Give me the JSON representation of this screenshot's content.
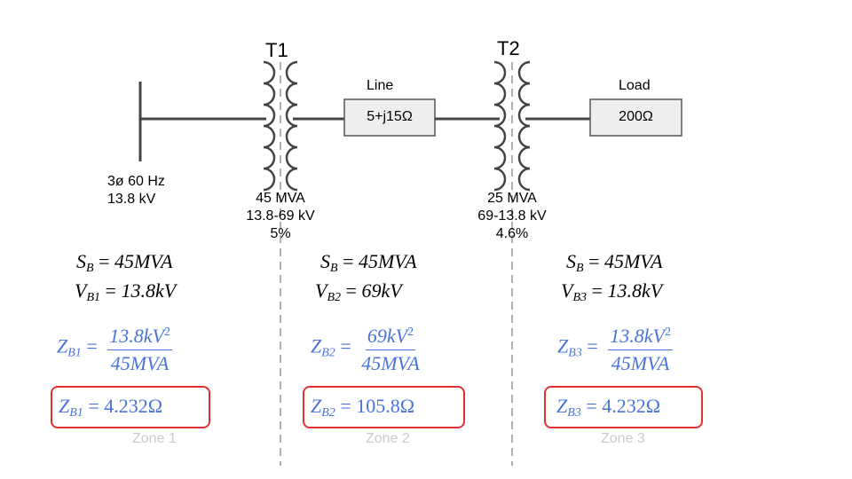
{
  "source": {
    "phase": "3ø 60 Hz",
    "voltage": "13.8 kV"
  },
  "t1": {
    "name": "T1",
    "rating": "45 MVA",
    "voltage": "13.8-69 kV",
    "impedance": "5%"
  },
  "t2": {
    "name": "T2",
    "rating": "25 MVA",
    "voltage": "69-13.8 kV",
    "impedance": "4.6%"
  },
  "line": {
    "label": "Line",
    "value": "5+j15Ω"
  },
  "load": {
    "label": "Load",
    "value": "200Ω"
  },
  "zones": [
    {
      "label": "Zone 1",
      "sb_sym": "S",
      "sb_sub": "B",
      "sb_val": "45MVA",
      "vb_sym": "V",
      "vb_sub": "B1",
      "vb_val": "13.8kV",
      "zb_sym": "Z",
      "zb_sub": "B1",
      "num": "13.8kV",
      "num_exp": "2",
      "den": "45MVA",
      "result": "4.232Ω"
    },
    {
      "label": "Zone 2",
      "sb_sym": "S",
      "sb_sub": "B",
      "sb_val": "45MVA",
      "vb_sym": "V",
      "vb_sub": "B2",
      "vb_val": "69kV",
      "zb_sym": "Z",
      "zb_sub": "B2",
      "num": "69kV",
      "num_exp": "2",
      "den": "45MVA",
      "result": "105.8Ω"
    },
    {
      "label": "Zone 3",
      "sb_sym": "S",
      "sb_sub": "B",
      "sb_val": "45MVA",
      "vb_sym": "V",
      "vb_sub": "B3",
      "vb_val": "13.8kV",
      "zb_sym": "Z",
      "zb_sub": "B3",
      "num": "13.8kV",
      "num_exp": "2",
      "den": "45MVA",
      "result": "4.232Ω"
    }
  ],
  "colors": {
    "formula_blue": "#4a73d9",
    "highlight_red": "#e03030",
    "zone_gray": "#cccccc"
  }
}
